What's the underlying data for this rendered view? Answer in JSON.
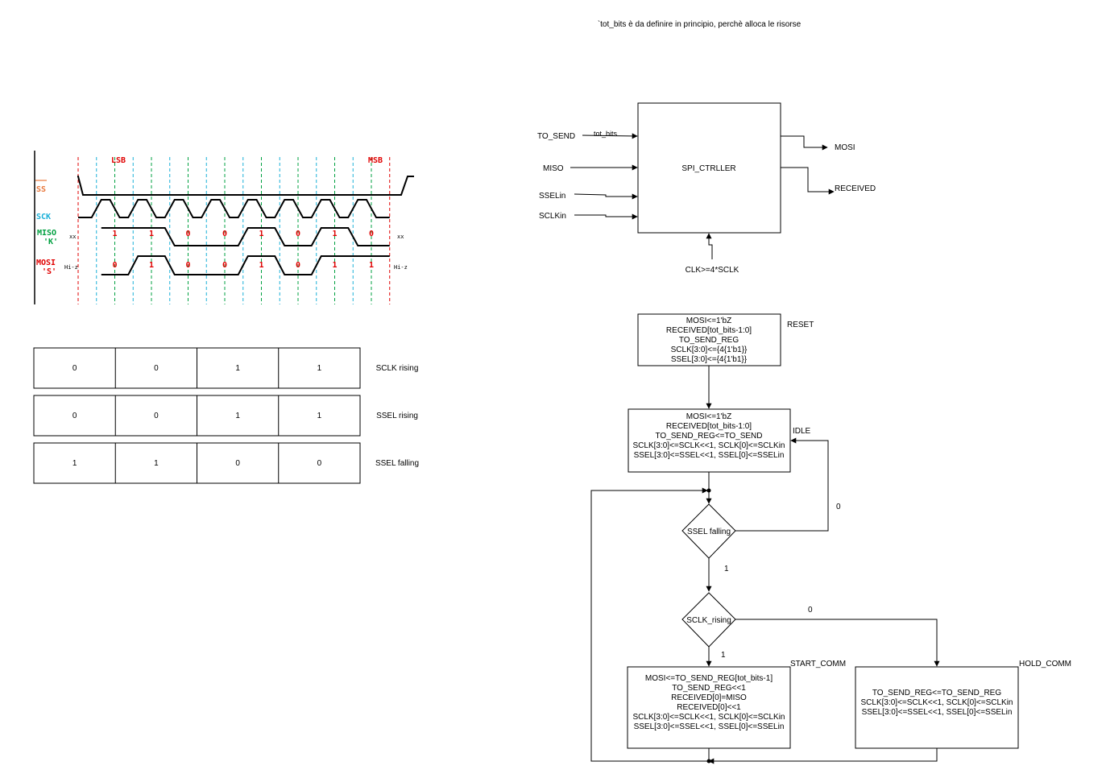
{
  "note": "`tot_bits è da definire in principio, perchè alloca le risorse",
  "timing": {
    "ss_label": "SS",
    "sck_label": "SCK",
    "miso_label": "MISO",
    "miso_char": "'K'",
    "mosi_label": "MOSI",
    "mosi_char": "'S'",
    "lsb": "LSB",
    "msb": "MSB",
    "miso_bits": [
      "1",
      "1",
      "0",
      "0",
      "1",
      "0",
      "1",
      "0"
    ],
    "mosi_bits": [
      "0",
      "1",
      "0",
      "0",
      "1",
      "0",
      "1",
      "1"
    ],
    "xx_left": "xx",
    "xx_right": "xx",
    "hiz_left": "Hi-z",
    "hiz_right": "Hi-z",
    "colors": {
      "ss": "#e8783c",
      "sck": "#1ab0d8",
      "miso": "#00a040",
      "mosi": "#e00000"
    }
  },
  "tables": [
    {
      "cells": [
        "0",
        "0",
        "1",
        "1"
      ],
      "label": "SCLK rising"
    },
    {
      "cells": [
        "0",
        "0",
        "1",
        "1"
      ],
      "label": "SSEL rising"
    },
    {
      "cells": [
        "1",
        "1",
        "0",
        "0"
      ],
      "label": "SSEL falling"
    }
  ],
  "block": {
    "name": "SPI_CTRLLER",
    "inputs": [
      "TO_SEND",
      "MISO",
      "SSELin",
      "SCLKin"
    ],
    "tot_bits": "tot_bits",
    "outputs": [
      "MOSI",
      "RECEIVED"
    ],
    "clk": "CLK>=4*SCLK"
  },
  "fsm": {
    "reset": {
      "label": "RESET",
      "lines": [
        "MOSI<=1'bZ",
        "RECEIVED[tot_bits-1:0]",
        "TO_SEND_REG",
        "SCLK[3:0]<={4{1'b1}}",
        "SSEL[3:0]<={4{1'b1}}"
      ]
    },
    "idle": {
      "label": "IDLE",
      "lines": [
        "MOSI<=1'bZ",
        "RECEIVED[tot_bits-1:0]",
        "TO_SEND_REG<=TO_SEND",
        "SCLK[3:0]<=SCLK<<1, SCLK[0]<=SCLKin",
        "SSEL[3:0]<=SSEL<<1, SSEL[0]<=SSELin"
      ]
    },
    "dec1": {
      "text": "SSEL falling",
      "yes": "1",
      "no": "0"
    },
    "dec2": {
      "text": "SCLK_rising",
      "yes": "1",
      "no": "0"
    },
    "start": {
      "label": "START_COMM",
      "lines": [
        "MOSI<=TO_SEND_REG[tot_bits-1]",
        "TO_SEND_REG<<1",
        "RECEIVED[0]=MISO",
        "RECEIVED[0]<<1",
        "SCLK[3:0]<=SCLK<<1, SCLK[0]<=SCLKin",
        "SSEL[3:0]<=SSEL<<1, SSEL[0]<=SSELin"
      ]
    },
    "hold": {
      "label": "HOLD_COMM",
      "lines": [
        "TO_SEND_REG<=TO_SEND_REG",
        "SCLK[3:0]<=SCLK<<1, SCLK[0]<=SCLKin",
        "SSEL[3:0]<=SSEL<<1, SSEL[0]<=SSELin"
      ]
    }
  }
}
